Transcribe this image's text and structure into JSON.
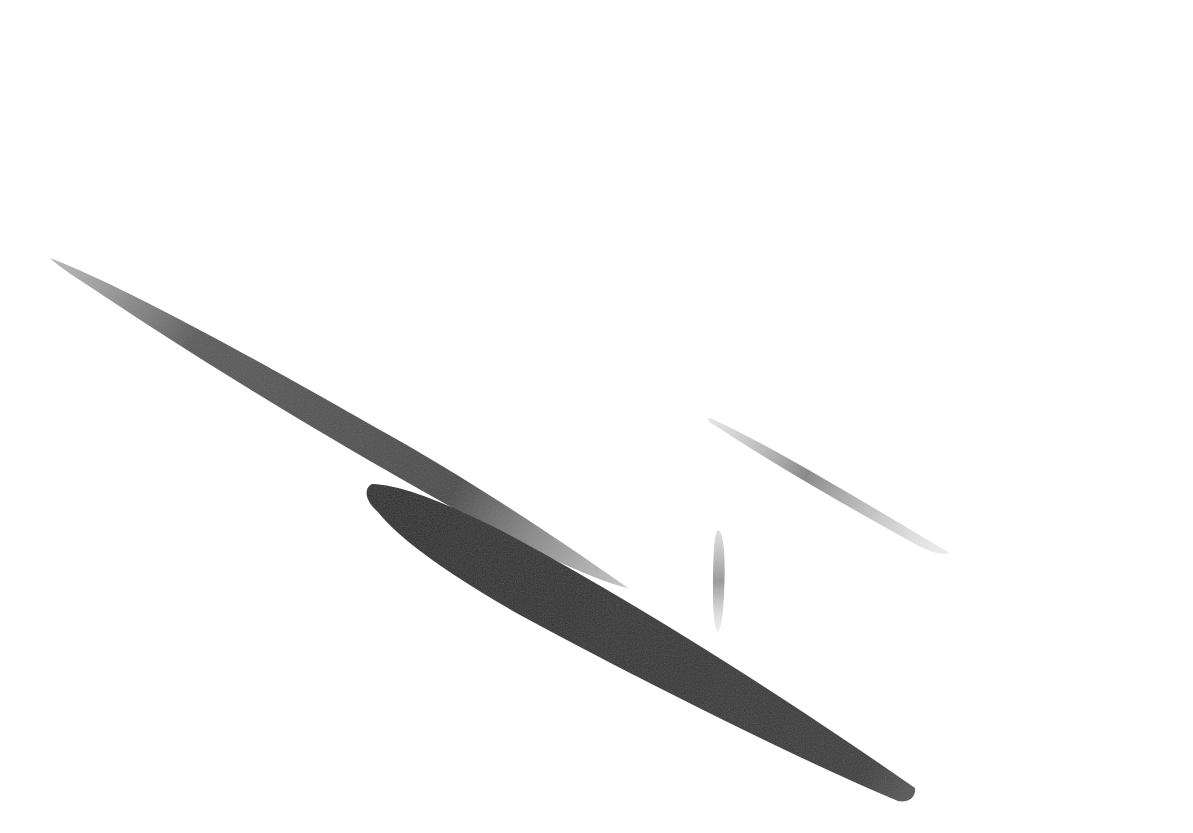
{
  "background_color": "#ffffff",
  "strokes": [
    {
      "name": "long-diagonal-stroke",
      "tone": "dark-grey-fading"
    },
    {
      "name": "bold-diagonal-stroke",
      "tone": "near-black"
    },
    {
      "name": "short-faint-diagonal-stroke",
      "tone": "light-grey"
    },
    {
      "name": "small-vertical-stroke",
      "tone": "light-grey"
    }
  ],
  "colors": {
    "dark": "#2b2b2b",
    "mid": "#555555",
    "light": "#9a9a9a"
  }
}
